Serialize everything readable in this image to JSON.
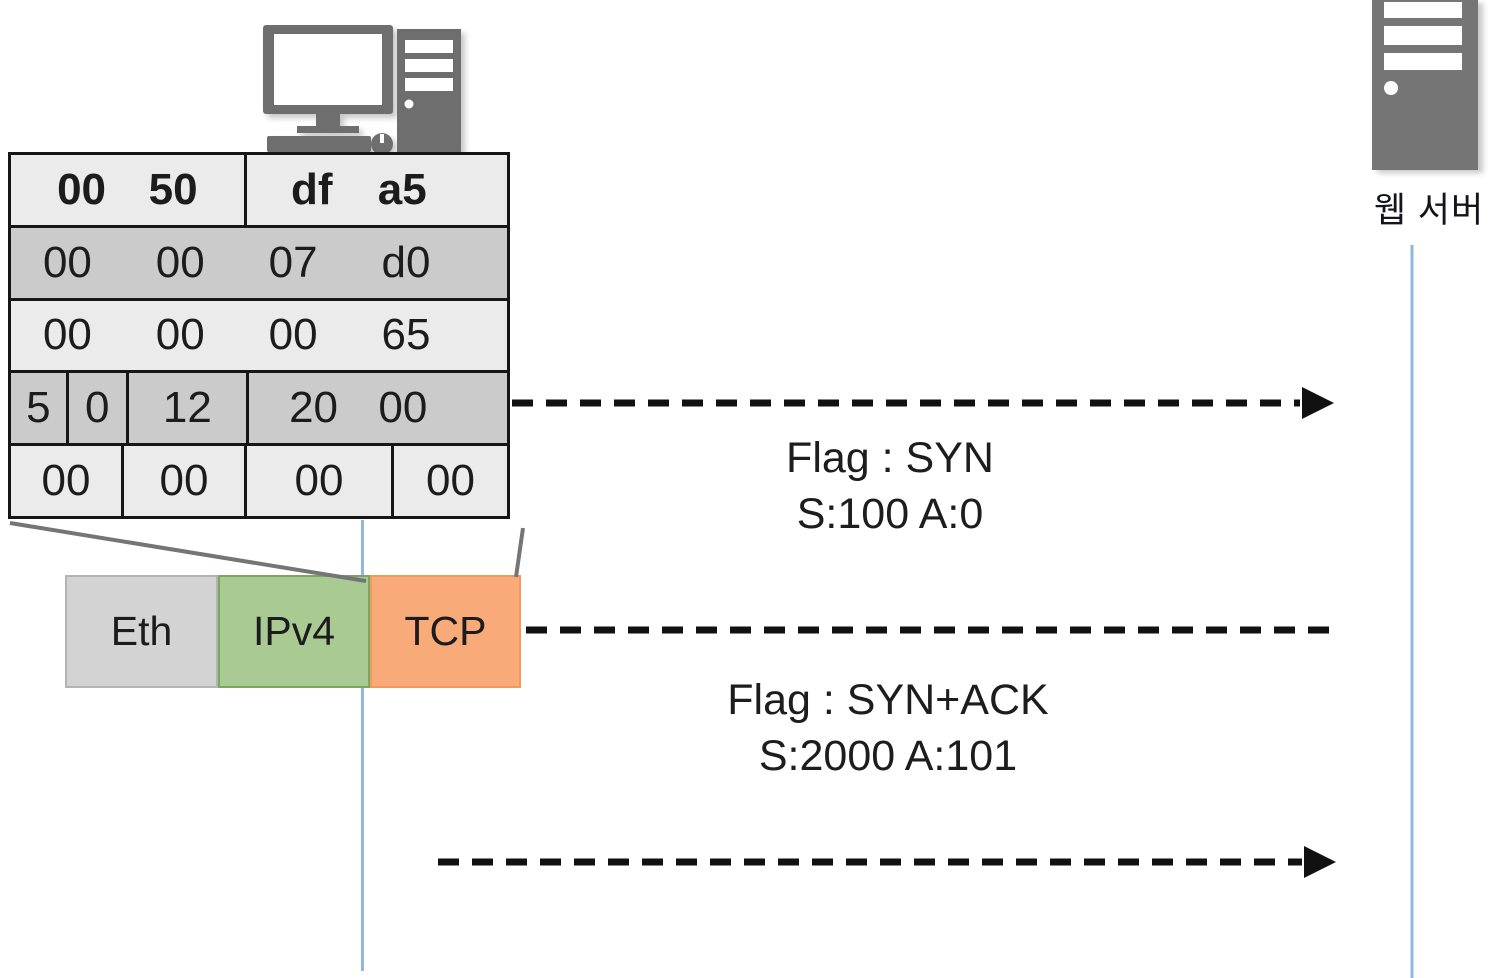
{
  "client": {
    "icon": "desktop-computer-icon"
  },
  "server": {
    "icon": "server-tower-icon",
    "label": "웹 서버"
  },
  "hex_table": {
    "description": "TCP header hex dump",
    "rows": [
      {
        "shade": "light",
        "bold": true,
        "cells": [
          {
            "values": [
              "00",
              "50"
            ]
          },
          {
            "values": [
              "df",
              "a5"
            ]
          }
        ]
      },
      {
        "shade": "dark",
        "bold": false,
        "cells": [
          {
            "values": [
              "00",
              "00",
              "07",
              "d0"
            ]
          }
        ]
      },
      {
        "shade": "light",
        "bold": false,
        "cells": [
          {
            "values": [
              "00",
              "00",
              "00",
              "65"
            ]
          }
        ]
      },
      {
        "shade": "dark",
        "bold": false,
        "cells": [
          {
            "values": [
              "5"
            ]
          },
          {
            "values": [
              "0"
            ]
          },
          {
            "values": [
              "12"
            ]
          },
          {
            "values": [
              "20",
              "00"
            ]
          }
        ]
      },
      {
        "shade": "light",
        "bold": false,
        "cells": [
          {
            "values": [
              "00"
            ]
          },
          {
            "values": [
              "00"
            ]
          },
          {
            "values": [
              "00"
            ]
          },
          {
            "values": [
              "00"
            ]
          }
        ]
      }
    ]
  },
  "protocol_stack": {
    "layers": [
      {
        "label": "Eth",
        "fill": "#d3d3d3",
        "border": "#b4b4b4"
      },
      {
        "label": "IPv4",
        "fill": "#a9cb93",
        "border": "#7da562"
      },
      {
        "label": "TCP",
        "fill": "#f8ab79",
        "border": "#ef9a5e"
      }
    ]
  },
  "messages": [
    {
      "line1": "Flag : SYN",
      "line2": "S:100 A:0",
      "direction": "client-to-server"
    },
    {
      "line1": "Flag : SYN+ACK",
      "line2": "S:2000 A:101",
      "direction": "server-to-client"
    }
  ],
  "colors": {
    "timeline_blue": "#8fb8dc",
    "icon_gray": "#6e6e6e",
    "server_gray": "#757575",
    "arrow_black": "#111111",
    "connector_gray": "#757575",
    "table_light": "#ebebeb",
    "table_dark": "#cbcbcb",
    "table_grid": "#161616"
  }
}
